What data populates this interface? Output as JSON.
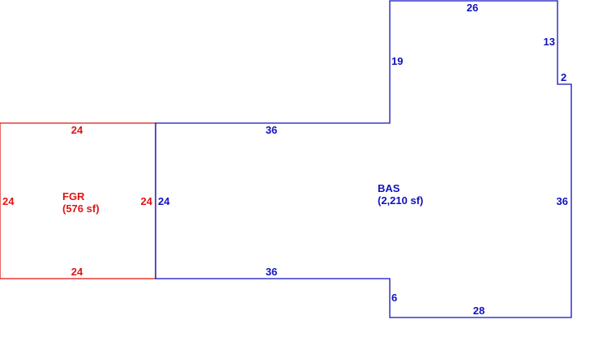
{
  "colors": {
    "bas": "#1010c0",
    "fgr": "#e01414",
    "background": "#ffffff"
  },
  "areas": {
    "bas": {
      "code": "BAS",
      "size": "(2,210 sf)",
      "dims": {
        "top": "26",
        "right_upper": "13",
        "step": "2",
        "right": "36",
        "bottom": "28",
        "bottom_step": "6",
        "bottom_long": "36",
        "left": "24",
        "top_long": "36",
        "left_upper": "19"
      }
    },
    "fgr": {
      "code": "FGR",
      "size": "(576 sf)",
      "dims": {
        "top": "24",
        "bottom": "24",
        "left": "24",
        "right": "24"
      }
    }
  }
}
